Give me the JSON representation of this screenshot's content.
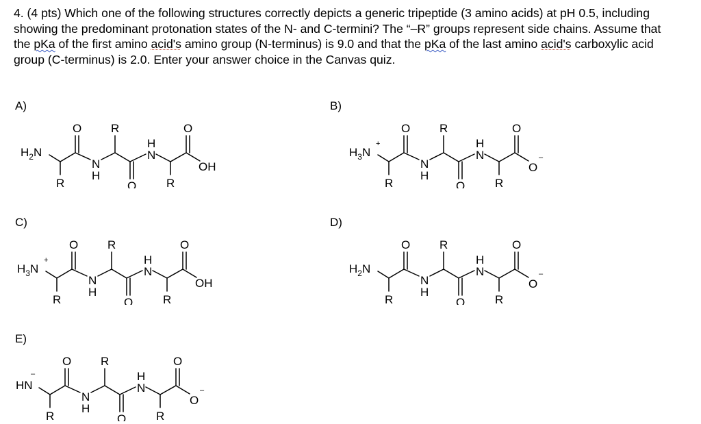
{
  "question": {
    "part1": "4. (4 pts) Which one of the following structures correctly depicts a generic tripeptide (3 amino acids) at pH 0.5, including showing the predominant protonation states of the N- and C-termini? The “–R” groups represent side chains. Assume that the ",
    "pka1": "pKa",
    "part2": " of the first amino ",
    "acids1": "acid's",
    "part3": " amino group (N-terminus) is 9.0 and that the ",
    "pka2": "pKa",
    "part4": " of the last amino ",
    "acids2": "acid's",
    "part5": " carboxylic acid group (C-terminus) is 2.0. Enter your answer choice in the Canvas quiz."
  },
  "atoms": {
    "N": "N",
    "H": "H",
    "O": "O",
    "R": "R",
    "two": "2",
    "three": "3",
    "plus": "+",
    "minus": "–"
  },
  "choices": [
    {
      "label": "A)",
      "n_terminus": "H2N",
      "c_terminus": "OH"
    },
    {
      "label": "B)",
      "n_terminus": "H3N+",
      "c_terminus": "O–"
    },
    {
      "label": "C)",
      "n_terminus": "H3N+",
      "c_terminus": "OH"
    },
    {
      "label": "D)",
      "n_terminus": "H2N",
      "c_terminus": "O–"
    },
    {
      "label": "E)",
      "n_terminus": "HN–",
      "c_terminus": "O–"
    }
  ]
}
